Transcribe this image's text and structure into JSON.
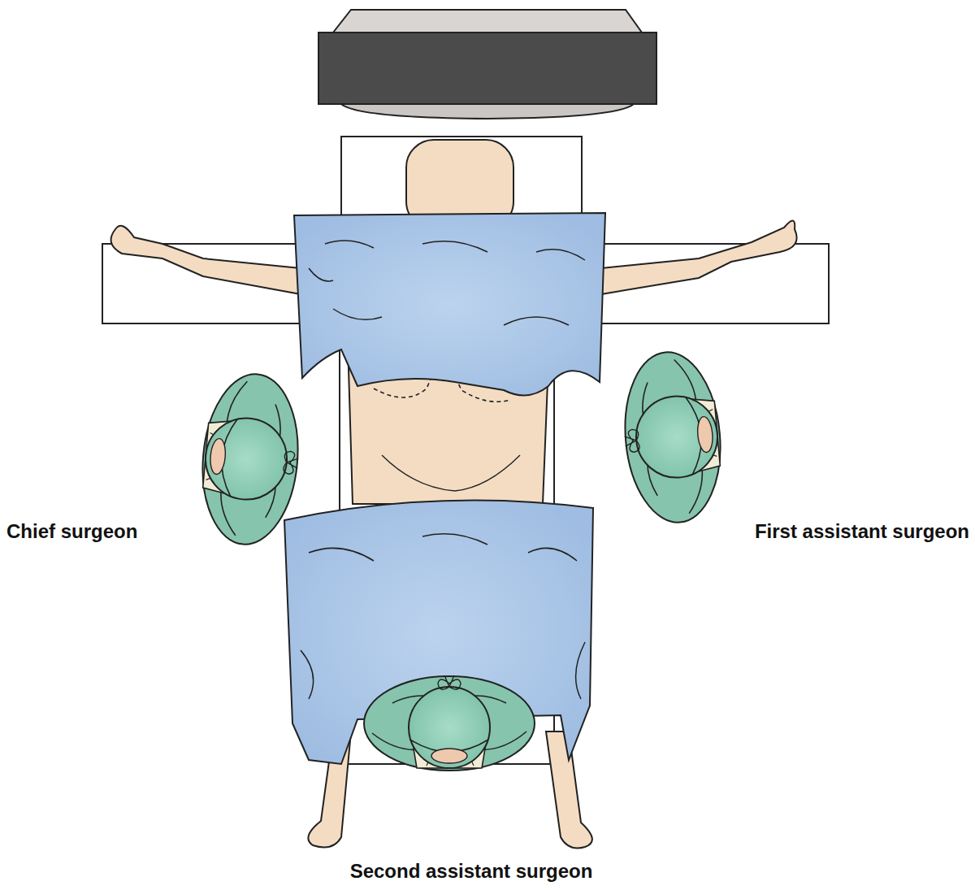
{
  "diagram": {
    "labels": [
      "Chief surgeon",
      "First assistant surgeon",
      "Second assistant surgeon"
    ]
  }
}
